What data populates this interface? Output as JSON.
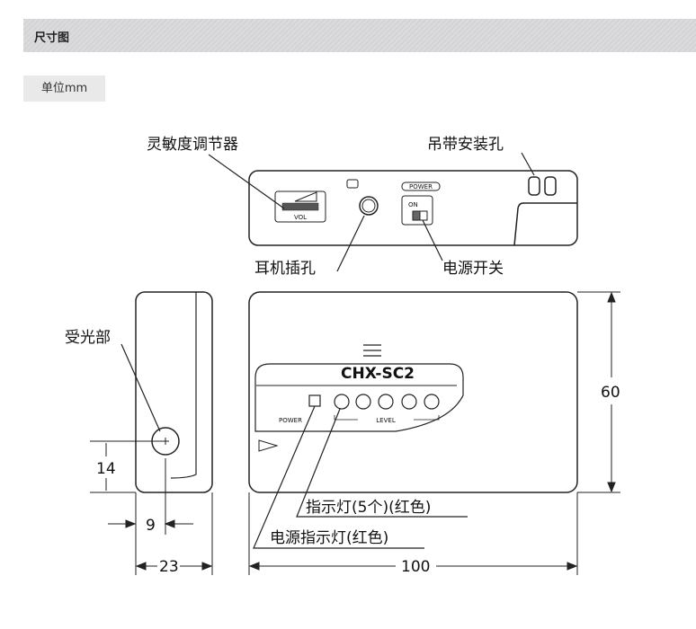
{
  "section_title": "尺寸图",
  "unit_label": "单位mm",
  "diagram": {
    "callouts": {
      "sensitivity": "灵敏度调节器",
      "strap_hole": "吊带安装孔",
      "earphone": "耳机插孔",
      "power_switch": "电源开关",
      "receiver": "受光部",
      "indicators": "指示灯(5个)(红色)",
      "power_indicator": "电源指示灯(红色)"
    },
    "device_text": {
      "model": "CHX-SC2",
      "vol": "VOL",
      "power_tag": "POWER",
      "on": "ON",
      "power_small": "POWER",
      "level": "LEVEL"
    },
    "dimensions": {
      "height": "60",
      "width": "100",
      "depth": "23",
      "receiver_height": "14",
      "receiver_offset": "9"
    }
  }
}
